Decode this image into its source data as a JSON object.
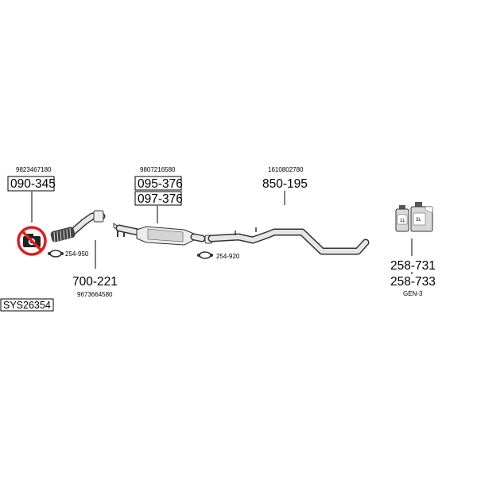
{
  "diagram": {
    "system_code": "SYS26354",
    "parts": {
      "oem_090": "9823467180",
      "num_090": "090-345",
      "oem_095": "9807216580",
      "num_095": "095-376",
      "num_097": "097-376",
      "oem_850": "1610802780",
      "num_850": "850-195",
      "num_700": "700-221",
      "oem_700": "9673664580",
      "clamp_1": "254-950",
      "clamp_2": "254-920",
      "num_258a": "258-731",
      "num_258b": "258-733",
      "gen_label": "GEN-3",
      "bottle_small_label": "1L",
      "bottle_large_label": "3L"
    },
    "icons": {
      "not_available": "no-camera-icon",
      "fluid": "fluid-bottles-icon"
    },
    "colors": {
      "prohibit": "#e01e1e",
      "ink": "#000000"
    }
  }
}
